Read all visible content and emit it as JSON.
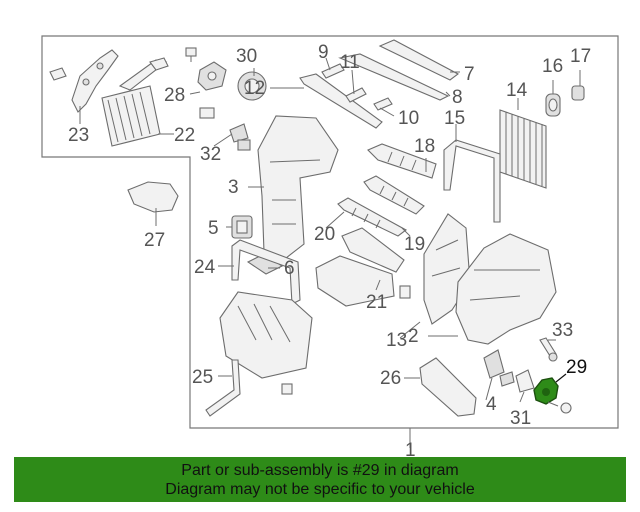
{
  "diagram": {
    "highlighted_part": "29",
    "callouts": {
      "p1": "1",
      "p2": "2",
      "p3": "3",
      "p4": "4",
      "p5": "5",
      "p6": "6",
      "p7": "7",
      "p8": "8",
      "p9": "9",
      "p10": "10",
      "p11": "11",
      "p12": "12",
      "p13": "13",
      "p14": "14",
      "p15": "15",
      "p16": "16",
      "p17": "17",
      "p18": "18",
      "p19": "19",
      "p20": "20",
      "p21": "21",
      "p22": "22",
      "p23": "23",
      "p24": "24",
      "p25": "25",
      "p26": "26",
      "p27": "27",
      "p28": "28",
      "p29": "29",
      "p30": "30",
      "p31": "31",
      "p32": "32",
      "p33": "33"
    }
  },
  "banner": {
    "line1": "Part or sub-assembly is #29 in diagram",
    "line2": "Diagram may not be specific to your vehicle"
  },
  "colors": {
    "banner_bg": "#2e8b18",
    "highlight_part": "#2e8b18",
    "line": "#6d6d6d",
    "label": "#555555"
  }
}
